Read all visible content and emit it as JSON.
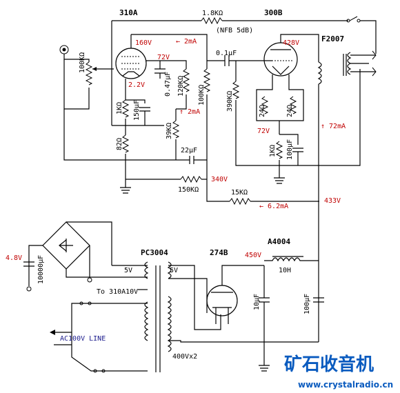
{
  "labels": {
    "tube1": "310A",
    "tube2": "300B",
    "otrans": "F2007",
    "ptrans": "PC3004",
    "rect": "274B",
    "choke": "A4004",
    "r_nfb": "1.8KΩ",
    "nfb_note": "(NFB 5dB)",
    "c_couple": "0.1μF",
    "vol": "100KΩ",
    "r_k1": "1KΩ",
    "c_k1": "150μF",
    "r_82": "82Ω",
    "c_047": "0.47μF",
    "r_120k": "120KΩ",
    "r_100k": "100KΩ",
    "r_39k": "39KΩ",
    "c_22": "22μF",
    "r_390k": "390KΩ",
    "r_24a": "24Ω",
    "r_24b": "24Ω",
    "r_k2": "1KΩ",
    "c_k2": "100μF",
    "r_150k": "150KΩ",
    "r_15k": "15KΩ",
    "c_10000": "10000μF",
    "h_5v_a": "5V",
    "h_5v_b": "5V",
    "to_310a": "To 310A10V",
    "ac_line": "AC100V LINE",
    "hv": "400Vx2",
    "choke_h": "10H",
    "c_10": "10μF",
    "c_100": "100μF"
  },
  "voltages": {
    "v160": "160V",
    "v72a": "72V",
    "v2_2": "2.2V",
    "v428": "428V",
    "v72b": "72V",
    "v340": "340V",
    "v433": "433V",
    "v450": "450V",
    "v4_8": "4.8V"
  },
  "currents": {
    "i2a": "← 2mA",
    "i2b": "↑ 2mA",
    "i72": "↑ 72mA",
    "i6_2": "← 6.2mA"
  },
  "watermark": {
    "cn": "矿石收音机",
    "url": "www.crystalradio.cn"
  },
  "colors": {
    "voltage": "#c00000",
    "wire": "#000000",
    "watermark": "#0a5bbf",
    "label_blue": "#1a1a8c"
  }
}
